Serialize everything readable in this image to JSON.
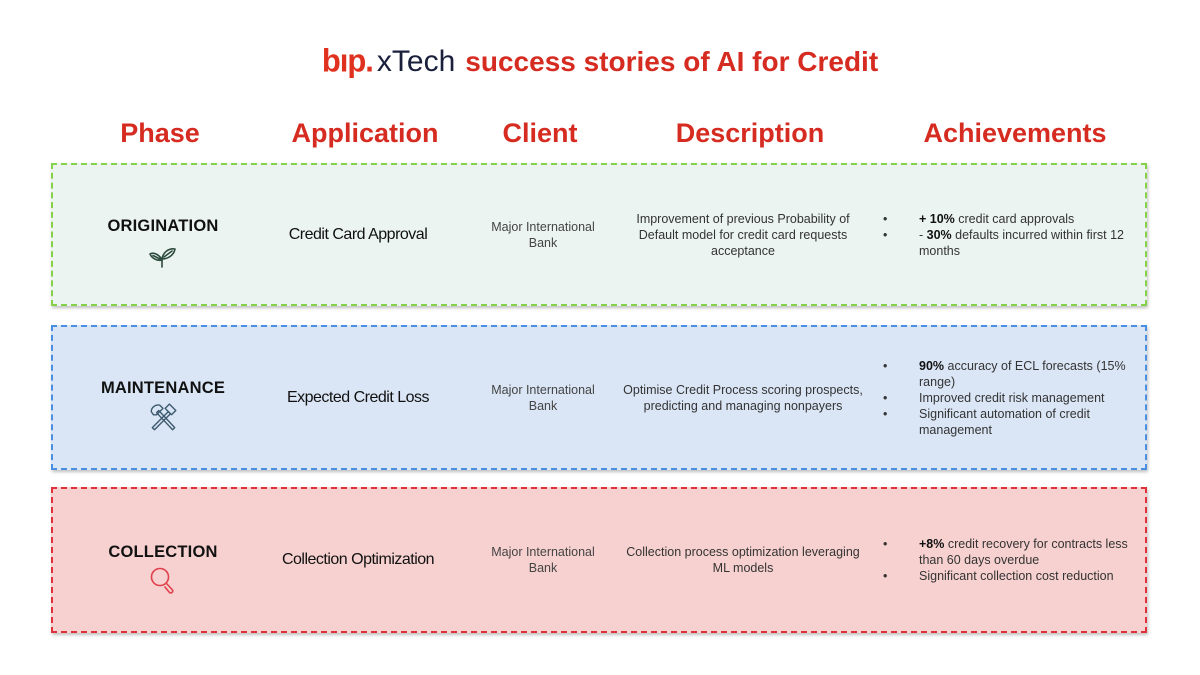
{
  "header": {
    "logo_bip": "bıp.",
    "logo_xtech": "xTech",
    "title": "success stories of AI for Credit"
  },
  "columns": {
    "phase": "Phase",
    "application": "Application",
    "client": "Client",
    "description": "Description",
    "achievements": "Achievements"
  },
  "colors": {
    "accent_red": "#d62b20",
    "origination_border": "#86d14a",
    "origination_bg": "#ebf4f0",
    "maintenance_border": "#4a8fe0",
    "maintenance_bg": "#dae6f6",
    "collection_border": "#e0303a",
    "collection_bg": "#f7d1d0"
  },
  "rows": [
    {
      "phase": "ORIGINATION",
      "icon": "sprout-icon",
      "application": "Credit Card Approval",
      "client_line1": "Major International",
      "client_line2": "Bank",
      "description": "Improvement of previous Probability of Default model for credit card requests acceptance",
      "achievements": [
        {
          "bold": "+ 10%",
          "text": " credit card approvals",
          "prefix": ""
        },
        {
          "bold": "30%",
          "text": " defaults incurred within first 12 months",
          "prefix": "- "
        }
      ]
    },
    {
      "phase": "MAINTENANCE",
      "icon": "hammers-icon",
      "application": "Expected Credit Loss",
      "client_line1": "Major International",
      "client_line2": "Bank",
      "description": "Optimise Credit Process scoring prospects, predicting and managing nonpayers",
      "achievements": [
        {
          "bold": "90%",
          "text": " accuracy of ECL forecasts (15% range)",
          "prefix": ""
        },
        {
          "bold": "",
          "text": "Improved credit risk management",
          "prefix": ""
        },
        {
          "bold": "",
          "text": "Significant automation of credit management",
          "prefix": ""
        }
      ]
    },
    {
      "phase": "COLLECTION",
      "icon": "magnifier-icon",
      "application": "Collection Optimization",
      "client_line1": "Major International",
      "client_line2": "Bank",
      "description": "Collection process optimization leveraging ML models",
      "achievements": [
        {
          "bold": "+8%",
          "text": " credit recovery for contracts less than 60 days overdue",
          "prefix": ""
        },
        {
          "bold": "",
          "text": "Significant collection cost reduction",
          "prefix": ""
        }
      ]
    }
  ]
}
